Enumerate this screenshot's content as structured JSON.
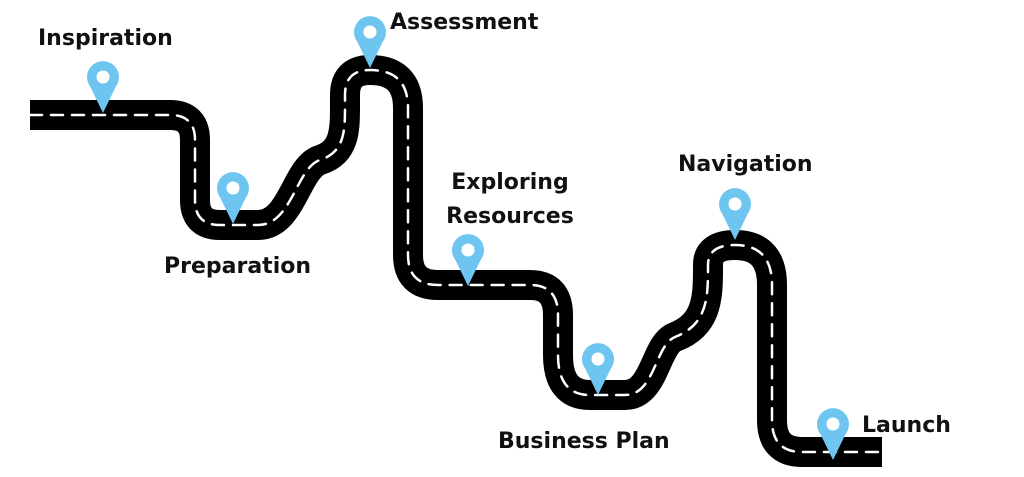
{
  "colors": {
    "road": "#000000",
    "lane_marking": "#ffffff",
    "pin": "#6ec6f0",
    "label_text": "#111111"
  },
  "stages": [
    {
      "label": "Inspiration",
      "icon": "map-pin-icon"
    },
    {
      "label": "Preparation",
      "icon": "map-pin-icon"
    },
    {
      "label": "Assessment",
      "icon": "map-pin-icon"
    },
    {
      "label_lines": [
        "Exploring",
        "Resources"
      ],
      "icon": "map-pin-icon"
    },
    {
      "label": "Business Plan",
      "icon": "map-pin-icon"
    },
    {
      "label": "Navigation",
      "icon": "map-pin-icon"
    },
    {
      "label": "Launch",
      "icon": "map-pin-icon"
    }
  ]
}
